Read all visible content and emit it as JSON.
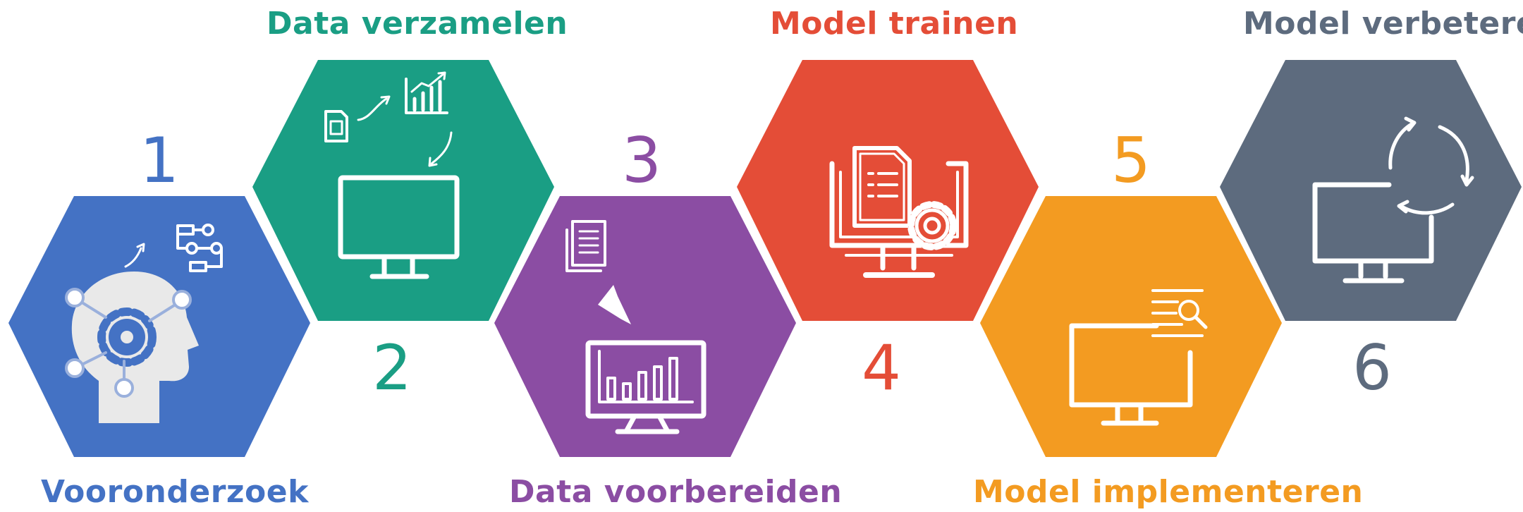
{
  "steps": [
    {
      "number": "1",
      "title": "Vooronderzoek",
      "color": "#4472C4",
      "icon": "head-gear-flowchart-icon"
    },
    {
      "number": "2",
      "title": "Data verzamelen",
      "color": "#1A9E84",
      "icon": "monitor-data-collection-icon"
    },
    {
      "number": "3",
      "title": "Data voorbereiden",
      "color": "#8B4DA3",
      "icon": "monitor-bar-chart-funnel-icon"
    },
    {
      "number": "4",
      "title": "Model trainen",
      "color": "#E44D37",
      "icon": "monitor-document-gear-icon"
    },
    {
      "number": "5",
      "title": "Model implementeren",
      "color": "#F39B21",
      "icon": "monitor-search-icon"
    },
    {
      "number": "6",
      "title": "Model verbeteren",
      "color": "#5D6B7E",
      "icon": "monitor-cycle-arrows-icon"
    }
  ]
}
